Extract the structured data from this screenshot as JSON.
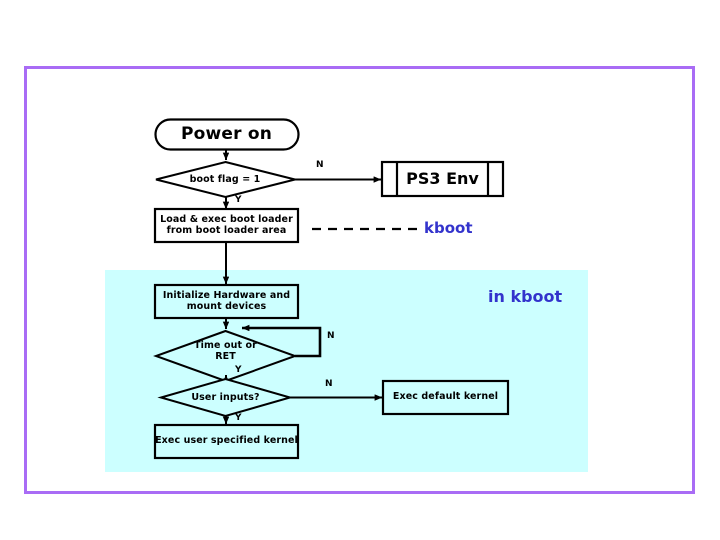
{
  "slide": {
    "background_color": "#ffffff",
    "frame_border_color": "#a96cf5",
    "region_color": "#ccffff",
    "accent_text_color": "#3333cc"
  },
  "diagram": {
    "type": "flowchart",
    "title_node": "Power on",
    "nodes": [
      {
        "id": "power-on",
        "shape": "terminator",
        "label": "Power on"
      },
      {
        "id": "boot-flag",
        "shape": "decision",
        "label": "boot flag = 1"
      },
      {
        "id": "ps3-env",
        "shape": "predefined-process",
        "label": "PS3 Env"
      },
      {
        "id": "load-exec-boot-loader",
        "shape": "process",
        "label_line1": "Load & exec boot loader",
        "label_line2": "from boot loader area"
      },
      {
        "id": "initialize-hardware",
        "shape": "process",
        "label_line1": "Initialize Hardware and",
        "label_line2": "mount devices"
      },
      {
        "id": "time-out-or-ret",
        "shape": "decision",
        "label_line1": "Time out or",
        "label_line2": "RET"
      },
      {
        "id": "user-inputs",
        "shape": "decision",
        "label": "User inputs?"
      },
      {
        "id": "exec-default-kernel",
        "shape": "process",
        "label": "Exec default kernel"
      },
      {
        "id": "exec-user-specified-kernel",
        "shape": "process",
        "label": "Exec user specified kernel"
      }
    ],
    "branch_labels": {
      "boot_flag_no": "N",
      "boot_flag_yes": "Y",
      "timeout_no": "N",
      "timeout_yes": "Y",
      "user_inputs_no": "N",
      "user_inputs_yes": "Y"
    },
    "annotations": {
      "kboot_divider": "kboot",
      "kboot_region": "in kboot"
    }
  }
}
